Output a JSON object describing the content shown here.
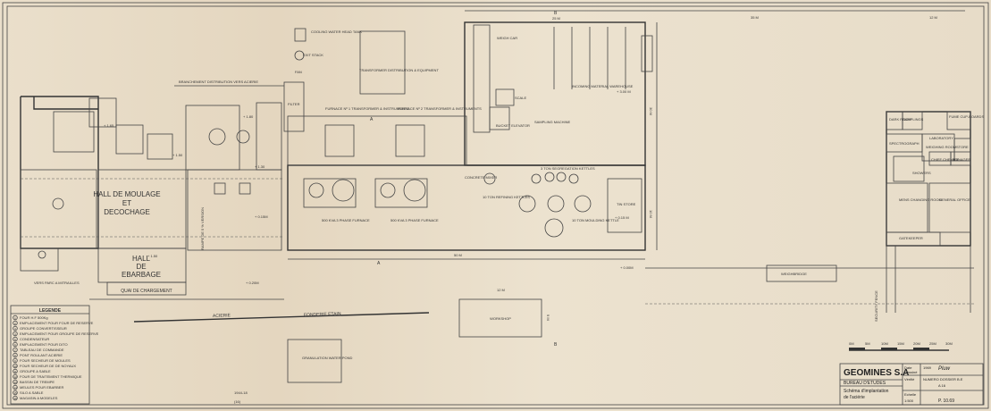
{
  "hall_labels": {
    "moulage_1": "HALL DE MOULAGE",
    "moulage_2": "ET",
    "moulage_3": "DECOCHAGE",
    "ebarbage_1": "HALL",
    "ebarbage_2": "DE",
    "ebarbage_3": "EBARBAGE",
    "quai": "QUAI DE CHARGEMENT"
  },
  "plant_labels": {
    "cooling_tank": "COOLING WATER HEAD TANK",
    "exit_stack": "EXIT STACK",
    "fan": "FAN",
    "filter": "FILTER",
    "transformer_dist": "TRANSFORMER DISTRIBUTION & EQUIPMENT",
    "furnace1": "FURNACE Nº 1 TRANSFORMER & INSTRUMENTS",
    "furnace2": "FURNACE Nº 2 TRANSFORMER & INSTRUMENTS",
    "kva1": "500 KVA 3 PHASE FURNACE",
    "kva2": "500 KVA 3 PHASE FURNACE",
    "weigh_car": "WEIGH CAR",
    "scale": "SCALE",
    "bucket_elevator": "BUCKET ELEVATOR",
    "sampling_machine": "SAMPLING MACHINE",
    "incoming_warehouse": "INCOMING MATERIAL WAREHOUSE",
    "concrete_mixer": "CONCRETE MIXER",
    "segregation": "3 TON SEGREGATION KETTLES",
    "refining": "10 TON REFINING KETTLES",
    "moulding": "10 TON MOULDING KETTLE",
    "ton_store": "TIN STORE",
    "workshop": "WORKSHOP",
    "granulation": "GRANULATION WATER POND",
    "weighbridge": "WEIGHBRIDGE",
    "branchement": "BRANCHEMENT DISTRIBUTION VERS ACIERIE",
    "acierie": "ACIERIE",
    "fonderie": "FONDERIE ETAIN",
    "vers_parc": "VERS PARC A MITRAILLES",
    "rampe": "RAMPE DE 5 % VERSION",
    "security_fence": "SECURITY FENCE",
    "section_a": "A",
    "section_b": "B"
  },
  "dimensions": {
    "d25": "25 M",
    "d35": "35 M",
    "d12": "12 M",
    "d50": "50 M",
    "d30": "30 M",
    "d10": "10 M",
    "d12b": "12 M",
    "d9": "9 M"
  },
  "levels": {
    "l1": "+ 1.65",
    "l2": "+ 1.80",
    "l3": "+ 1.50",
    "l4": "+ 1.30",
    "l5": "+ 0.15M",
    "l6": "+ 0.20M",
    "l7": "+ 0.00M",
    "l8": "+ 1.50",
    "l9": "+ 3.00 M",
    "l10": "+ 0.15 M"
  },
  "lab_labels": {
    "dark_room": "DARK ROOM",
    "samplings": "SAMPLINGS",
    "fume_cup": "FUME CUP-BOARDS",
    "spectrograph": "SPECTROGRAPH",
    "laboratory": "LABORATORY",
    "weighing": "WEIGHING ROOM",
    "store": "STORE",
    "chief_chemist": "CHIEF CHEMIST",
    "manager": "MANAGER",
    "showers": "SHOWERS",
    "men_changing": "MENS CHANGING ROOM",
    "general_office": "GENERAL OFFICE",
    "gatekeeper": "GATEKEEPER"
  },
  "legend": {
    "title": "LEGENDE",
    "items": [
      {
        "n": "1",
        "t": "FOUR H.F 500Kg"
      },
      {
        "n": "2",
        "t": "EMPLACEMENT POUR FOUR DE RESERVE"
      },
      {
        "n": "3",
        "t": "GROUPE CONVERTISSEUR"
      },
      {
        "n": "4",
        "t": "EMPLACEMENT POUR GROUPE DE RESERVE"
      },
      {
        "n": "5",
        "t": "CONDENSATEUR"
      },
      {
        "n": "6",
        "t": "EMPLACEMENT POUR DITO"
      },
      {
        "n": "7",
        "t": "TABLEAU DE COMMANDE"
      },
      {
        "n": "8",
        "t": "PONT ROULANT ACIERIE"
      },
      {
        "n": "9",
        "t": "FOUR SECHEUR DE MOULES"
      },
      {
        "n": "10",
        "t": "FOUR SECHEUR DE DE NOYAUX"
      },
      {
        "n": "11",
        "t": "GROUPE A SABLE"
      },
      {
        "n": "12",
        "t": "FOUR DE TRAITEMENT THERMIQUE"
      },
      {
        "n": "13",
        "t": "BASSIN DE TREMPE"
      },
      {
        "n": "14",
        "t": "MEULES POUR EBARBER"
      },
      {
        "n": "15",
        "t": "SILO A SABLE"
      },
      {
        "n": "16",
        "t": "MAGASIN A MODELES"
      }
    ]
  },
  "scale_bar": [
    "0M",
    "5M",
    "10M",
    "15M",
    "20M",
    "25M",
    "30M"
  ],
  "title_block": {
    "company": "GEOMINES S.A",
    "dept": "BUREAU D'ETUDES",
    "desc1": "Schéma d'implantation",
    "desc2": "de l'aciérie",
    "date_label": "Date",
    "date_val": "1969",
    "drawn_label": "Dessiné",
    "verified_label": "Vérifié",
    "scale_label": "Echelle",
    "scale_val": "1:500",
    "number_label": "NUMERO DOSSIER B.E",
    "number_val": "A 16",
    "sheet_val": "P. 10.69",
    "signature": "Pluw"
  },
  "margin_note_1": "1944-18",
  "margin_note_2": "(16)",
  "colors": {
    "paper": "#e9ddc9",
    "ink": "#333333"
  }
}
